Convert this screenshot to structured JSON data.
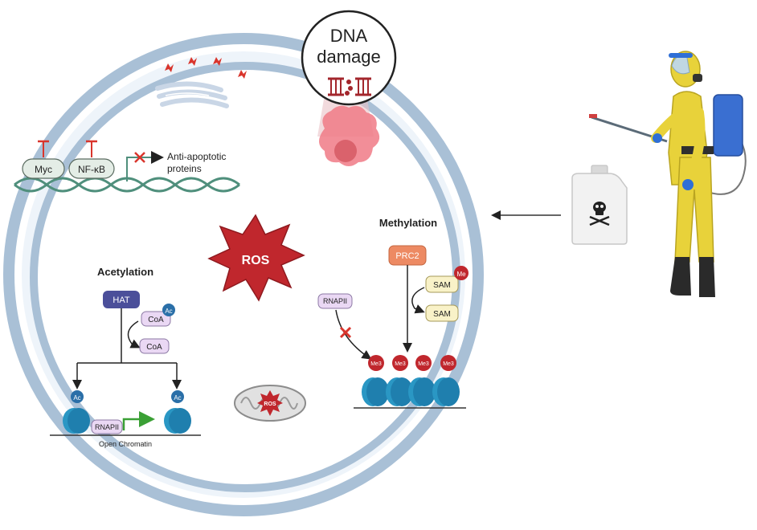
{
  "dna_damage": {
    "line1": "DNA",
    "line2": "damage"
  },
  "transcription": {
    "myc": "Myc",
    "nfkb": "NF-κB",
    "anti_apoptotic_line1": "Anti-apoptotic",
    "anti_apoptotic_line2": "proteins"
  },
  "ros": {
    "main": "ROS",
    "mito": "ROS"
  },
  "acetylation": {
    "title": "Acetylation",
    "hat": "HAT",
    "ac": "Ac",
    "coa": "CoA",
    "rnapii": "RNAPII",
    "open_chromatin": "Open Chromatin"
  },
  "methylation": {
    "title": "Methylation",
    "prc2": "PRC2",
    "sam": "SAM",
    "me": "Me",
    "rnapii": "RNAPII",
    "me3": "Me3"
  },
  "colors": {
    "membrane": "#a9c0d6",
    "cytoplasm": "#eef4fa",
    "ros_red": "#c0272d",
    "nucleosome": "#2a97c4",
    "dna": "#4f8f7c",
    "pink_label": "#ead8f4",
    "yellow_label": "#f9f2c8",
    "suit": "#e8d23a",
    "tank": "#3a6fd1"
  },
  "icons": [
    "inhibition-icon",
    "cross-icon",
    "arrow-icon",
    "skull-icon",
    "lightning-icon"
  ]
}
